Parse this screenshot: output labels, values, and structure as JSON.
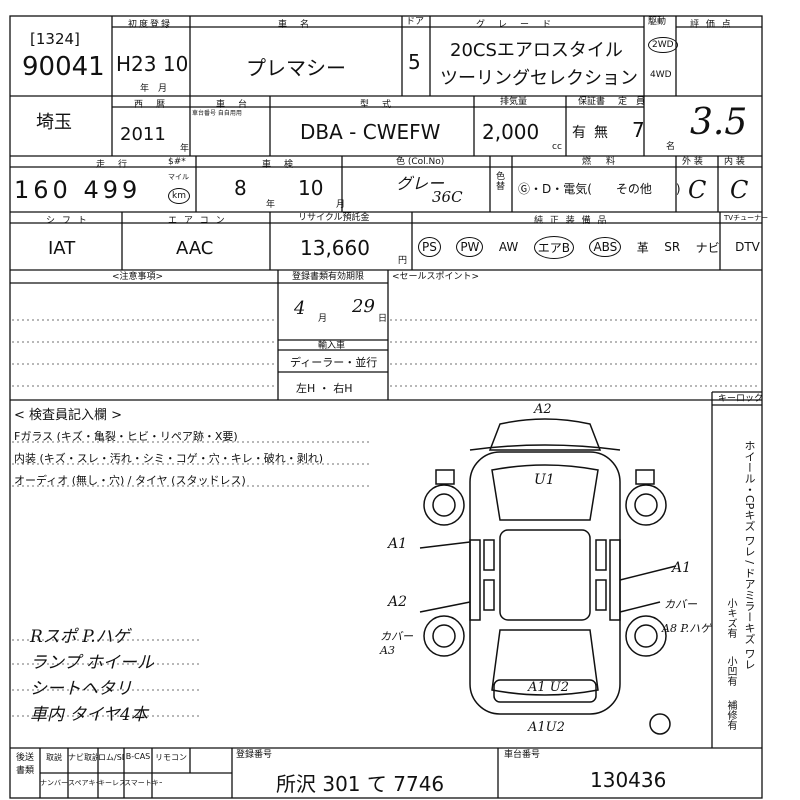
{
  "header": {
    "lot_bracket": "[1324]",
    "lot_number": "90041",
    "first_reg_label": "初度登録",
    "first_reg_value": "H23 10",
    "first_reg_unit": "年　月",
    "car_name_label": "車　名",
    "car_name": "プレマシー",
    "doors_label": "ドア",
    "doors": "5",
    "grade_label": "グ　レ　ー　ド",
    "grade_line1": "20CSエアロスタイル",
    "grade_line2": "ツーリングセレクション",
    "drive_label": "駆動",
    "drive_2wd": "2WD",
    "drive_4wd": "4WD",
    "score_label": "評 価 点",
    "score": "3.5"
  },
  "row2": {
    "pref": "埼玉",
    "year_label": "西　暦",
    "year": "2011",
    "year_unit": "年",
    "chassis_label": "車　台",
    "chassis_note": "車台番号 自自用用",
    "model_label": "型　式",
    "model": "DBA - CWEFW",
    "cc_label": "排気量",
    "cc": "2,000",
    "cc_unit": "cc",
    "warranty_label": "保証書",
    "warranty_yes": "有",
    "warranty_no": "無",
    "capacity_label": "定　員",
    "capacity": "7",
    "capacity_unit": "名"
  },
  "row3": {
    "mileage_label": "走　行",
    "mileage_alt_label": "$#*",
    "mileage": "160 499",
    "mileage_unit_mile": "マイル",
    "mileage_unit_km": "km",
    "inspection_label": "車　検",
    "insp_year": "8",
    "insp_year_unit": "年",
    "insp_month": "10",
    "insp_month_unit": "月",
    "color_label": "色 (Col.No)",
    "color": "グレー",
    "color_code": "36C",
    "color_change_label": "色\n替",
    "fuel_label": "燃　料",
    "fuel_options": "Ⓖ・D・電気(　　その他　　)",
    "exterior_label": "外 装",
    "exterior": "C",
    "interior_label": "内 装",
    "interior": "C"
  },
  "row4": {
    "shift_label": "シ フ ト",
    "shift": "IAT",
    "ac_label": "エ ア コ ン",
    "ac": "AAC",
    "recycle_label": "リサイクル預託金",
    "recycle": "13,660",
    "recycle_unit": "円",
    "equipment_label": "純 正 装 備 品",
    "equipment": [
      "PS",
      "PW",
      "AW",
      "エアB",
      "ABS",
      "革",
      "SR",
      "ナビ",
      "DTV"
    ],
    "equipment_circled": [
      true,
      true,
      false,
      true,
      true,
      false,
      false,
      false,
      false
    ],
    "tuner_label": "TVチューナー"
  },
  "notes": {
    "caution_label": "<注意事項>",
    "doc_deadline_label": "登録書類有効期限",
    "doc_deadline_month": "4",
    "doc_deadline_day": "29",
    "month_unit": "月",
    "day_unit": "日",
    "import_label": "輸入車",
    "import_value": "ディーラー・並行",
    "steering": "左H ・ 右H",
    "sales_point_label": "<セールスポイント>",
    "keylock_label": "キーロック"
  },
  "inspection": {
    "title": "< 検査員記入欄 >",
    "line1": "Fガラス (キズ・亀裂・ヒビ・リペア跡・X要)",
    "line2": "内装 (キズ・スレ・汚れ・シミ・コゲ・穴・キレ・破れ・剥れ)",
    "line3": "オーディオ (無し・穴) / タイヤ (スタッドレス)",
    "hand_notes": [
      "Rスポ P.ハゲ",
      "ランプ ホイール",
      "シートヘタリ",
      "車内 タイヤ4本"
    ]
  },
  "diagram": {
    "marks": [
      "A2",
      "U1",
      "A1",
      "A1",
      "A2",
      "カバー",
      "カバー A3",
      "A8 P.ハゲ",
      "A1 U2",
      "A1U2"
    ],
    "legend_vertical": "ホイール・CPキズ ワレ / ドアミラーキズ ワレ",
    "legend_small": [
      "小キズ有",
      "小凹有",
      "補修有"
    ]
  },
  "footer": {
    "side_label": "後送書類",
    "items_row1": [
      "取説",
      "ナビ取説",
      "ロム/SD",
      "B-CAS",
      "リモコン"
    ],
    "items_row2": [
      "ナンバー",
      "スペアキー",
      "キーレス",
      "スマートキー"
    ],
    "reg_no_label": "登録番号",
    "reg_no": "所沢 301 て 7746",
    "chassis_no_label": "車台番号",
    "chassis_no": "130436"
  }
}
